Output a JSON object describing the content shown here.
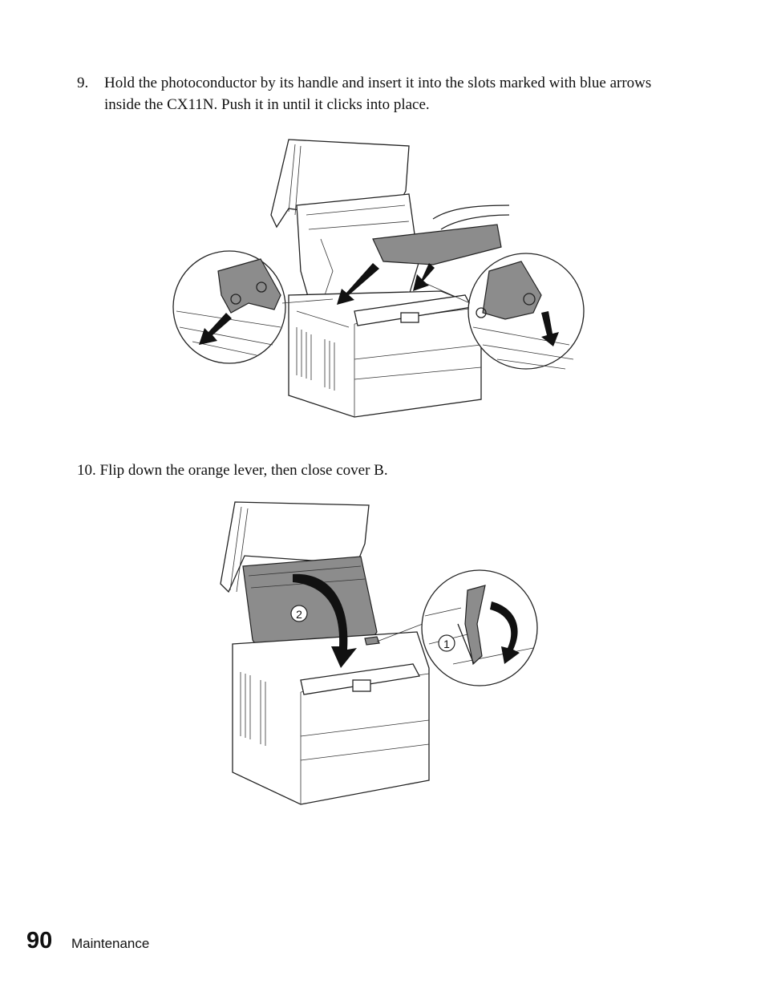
{
  "steps": [
    {
      "number": "9.",
      "text": "Hold the photoconductor by its handle and insert it into the slots marked with blue arrows inside the CX11N. Push it in until it clicks into place."
    },
    {
      "text": "10. Flip down the orange lever, then close cover B."
    }
  ],
  "figures": [
    {
      "callouts": []
    },
    {
      "callouts": [
        "2",
        "1"
      ]
    }
  ],
  "footer": {
    "page_number": "90",
    "section": "Maintenance"
  }
}
